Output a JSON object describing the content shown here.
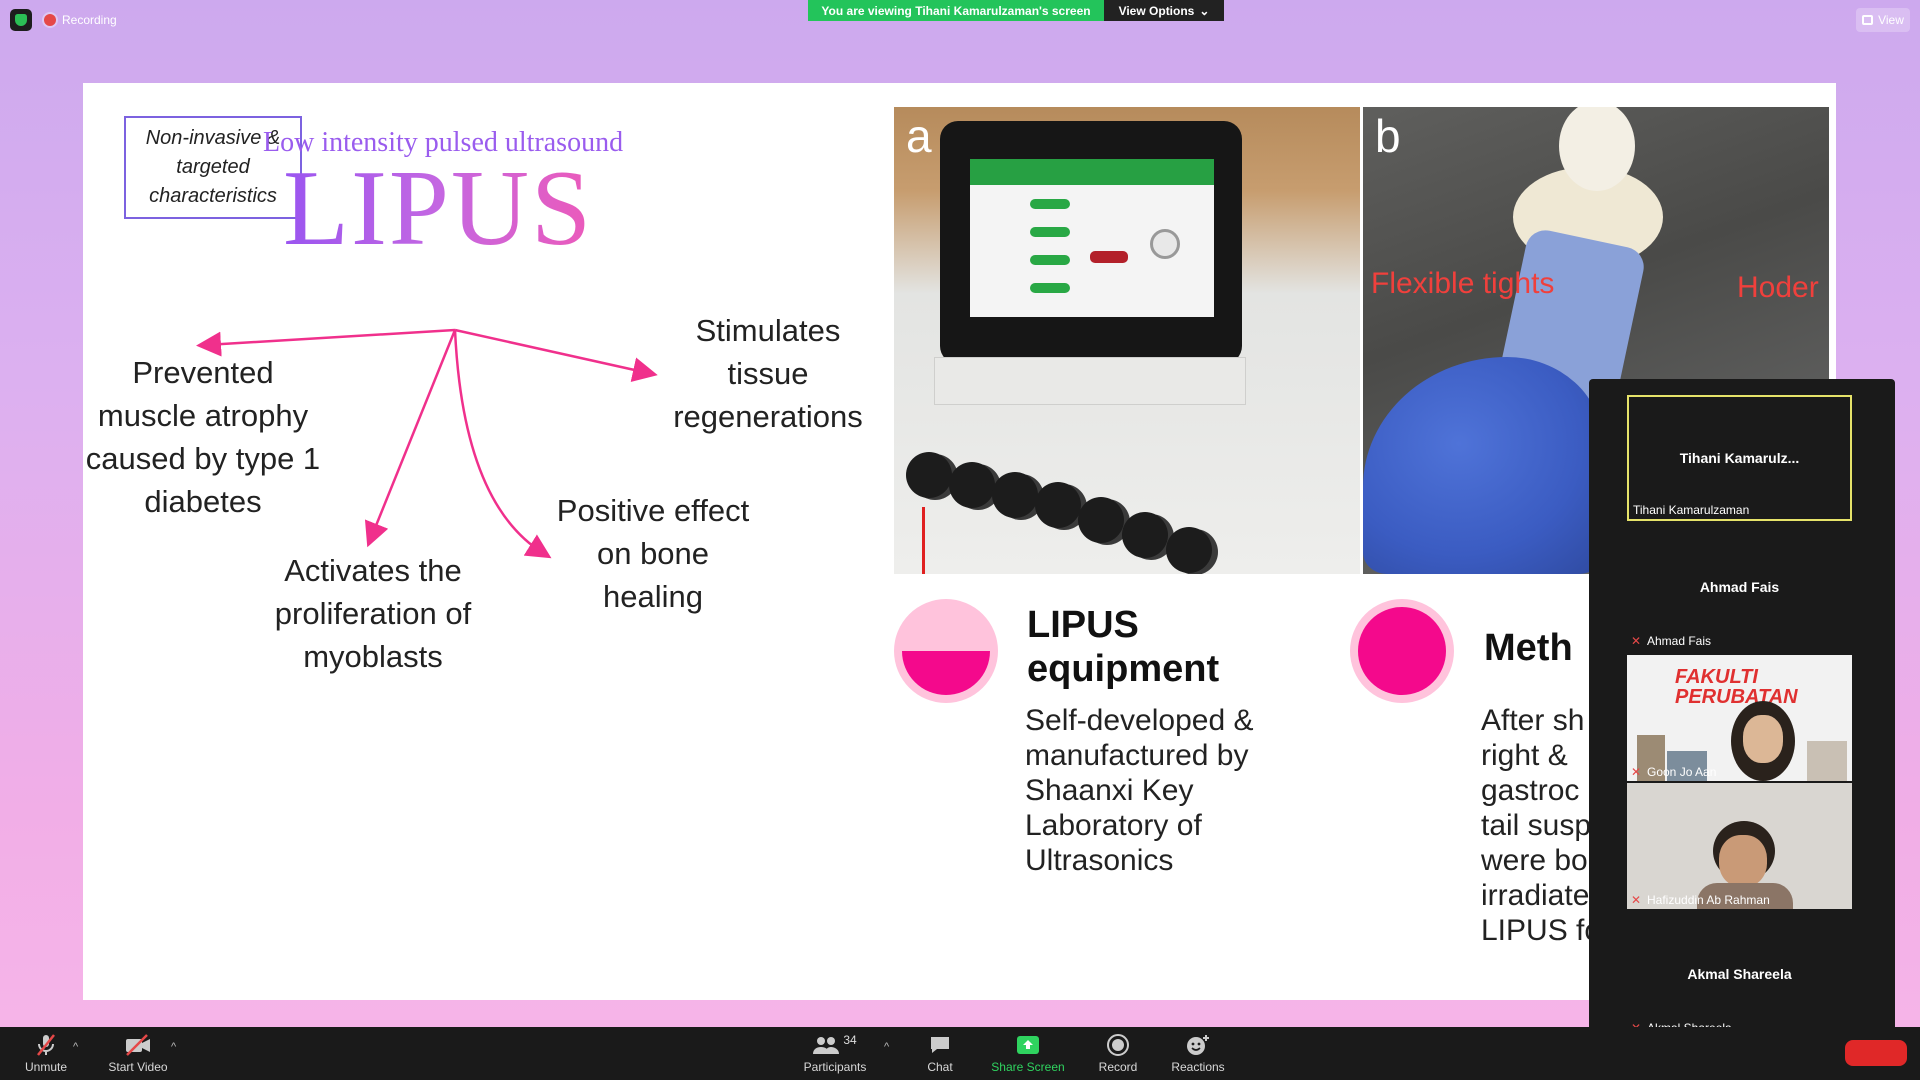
{
  "window": {
    "recording_label": "Recording",
    "viewing_banner": "You are viewing Tihani Kamarulzaman's screen",
    "view_options_label": "View Options",
    "view_label": "View"
  },
  "slide": {
    "badge": "Non-invasive & targeted characteristics",
    "subtitle": "Low intensity pulsed ultrasound",
    "title": "LIPUS",
    "mindmap": {
      "left": "Prevented muscle atrophy caused by type 1 diabetes",
      "right": "Stimulates tissue regenerations",
      "bottom_left": "Activates the proliferation of myoblasts",
      "bottom_right": "Positive effect on bone healing"
    },
    "photo_a_label": "a",
    "photo_b_label": "b",
    "photo_b_annotations": [
      "Flexible tights",
      "Hoder"
    ],
    "equipment": {
      "heading_line1": "LIPUS",
      "heading_line2": "equipment",
      "body": [
        "Self-developed &",
        "manufactured by",
        "Shaanxi Key",
        "Laboratory of",
        "Ultrasonics"
      ]
    },
    "method": {
      "heading": "Meth",
      "body": [
        "After sh",
        "right &",
        "gastroc",
        "tail susp",
        "were bo",
        "irradiate",
        "LIPUS fo"
      ]
    }
  },
  "participants_panel": {
    "tiles": [
      {
        "name": "Tihani Kamarulz...",
        "label": "Tihani Kamarulzaman",
        "type": "name",
        "active": true
      },
      {
        "name": "Ahmad Fais",
        "label": "Ahmad Fais",
        "type": "name",
        "active": false
      },
      {
        "name": "",
        "label": "Goon Jo Aan",
        "type": "video",
        "active": false,
        "background_text": "FAKULTI PERUBATAN"
      },
      {
        "name": "",
        "label": "Hafizuddin Ab Rahman",
        "type": "video",
        "active": false
      },
      {
        "name": "Akmal Shareela",
        "label": "Akmal Shareela",
        "type": "name",
        "active": false
      }
    ]
  },
  "toolbar": {
    "unmute": "Unmute",
    "start_video": "Start Video",
    "participants": "Participants",
    "participants_count": "34",
    "chat": "Chat",
    "share_screen": "Share Screen",
    "record": "Record",
    "reactions": "Reactions"
  },
  "colors": {
    "accent_green": "#23c45b",
    "pink_arrow": "#f0308c",
    "circle_fill": "#f4098c",
    "recording_red": "#e54848",
    "active_tile_border": "#e6e36a"
  }
}
